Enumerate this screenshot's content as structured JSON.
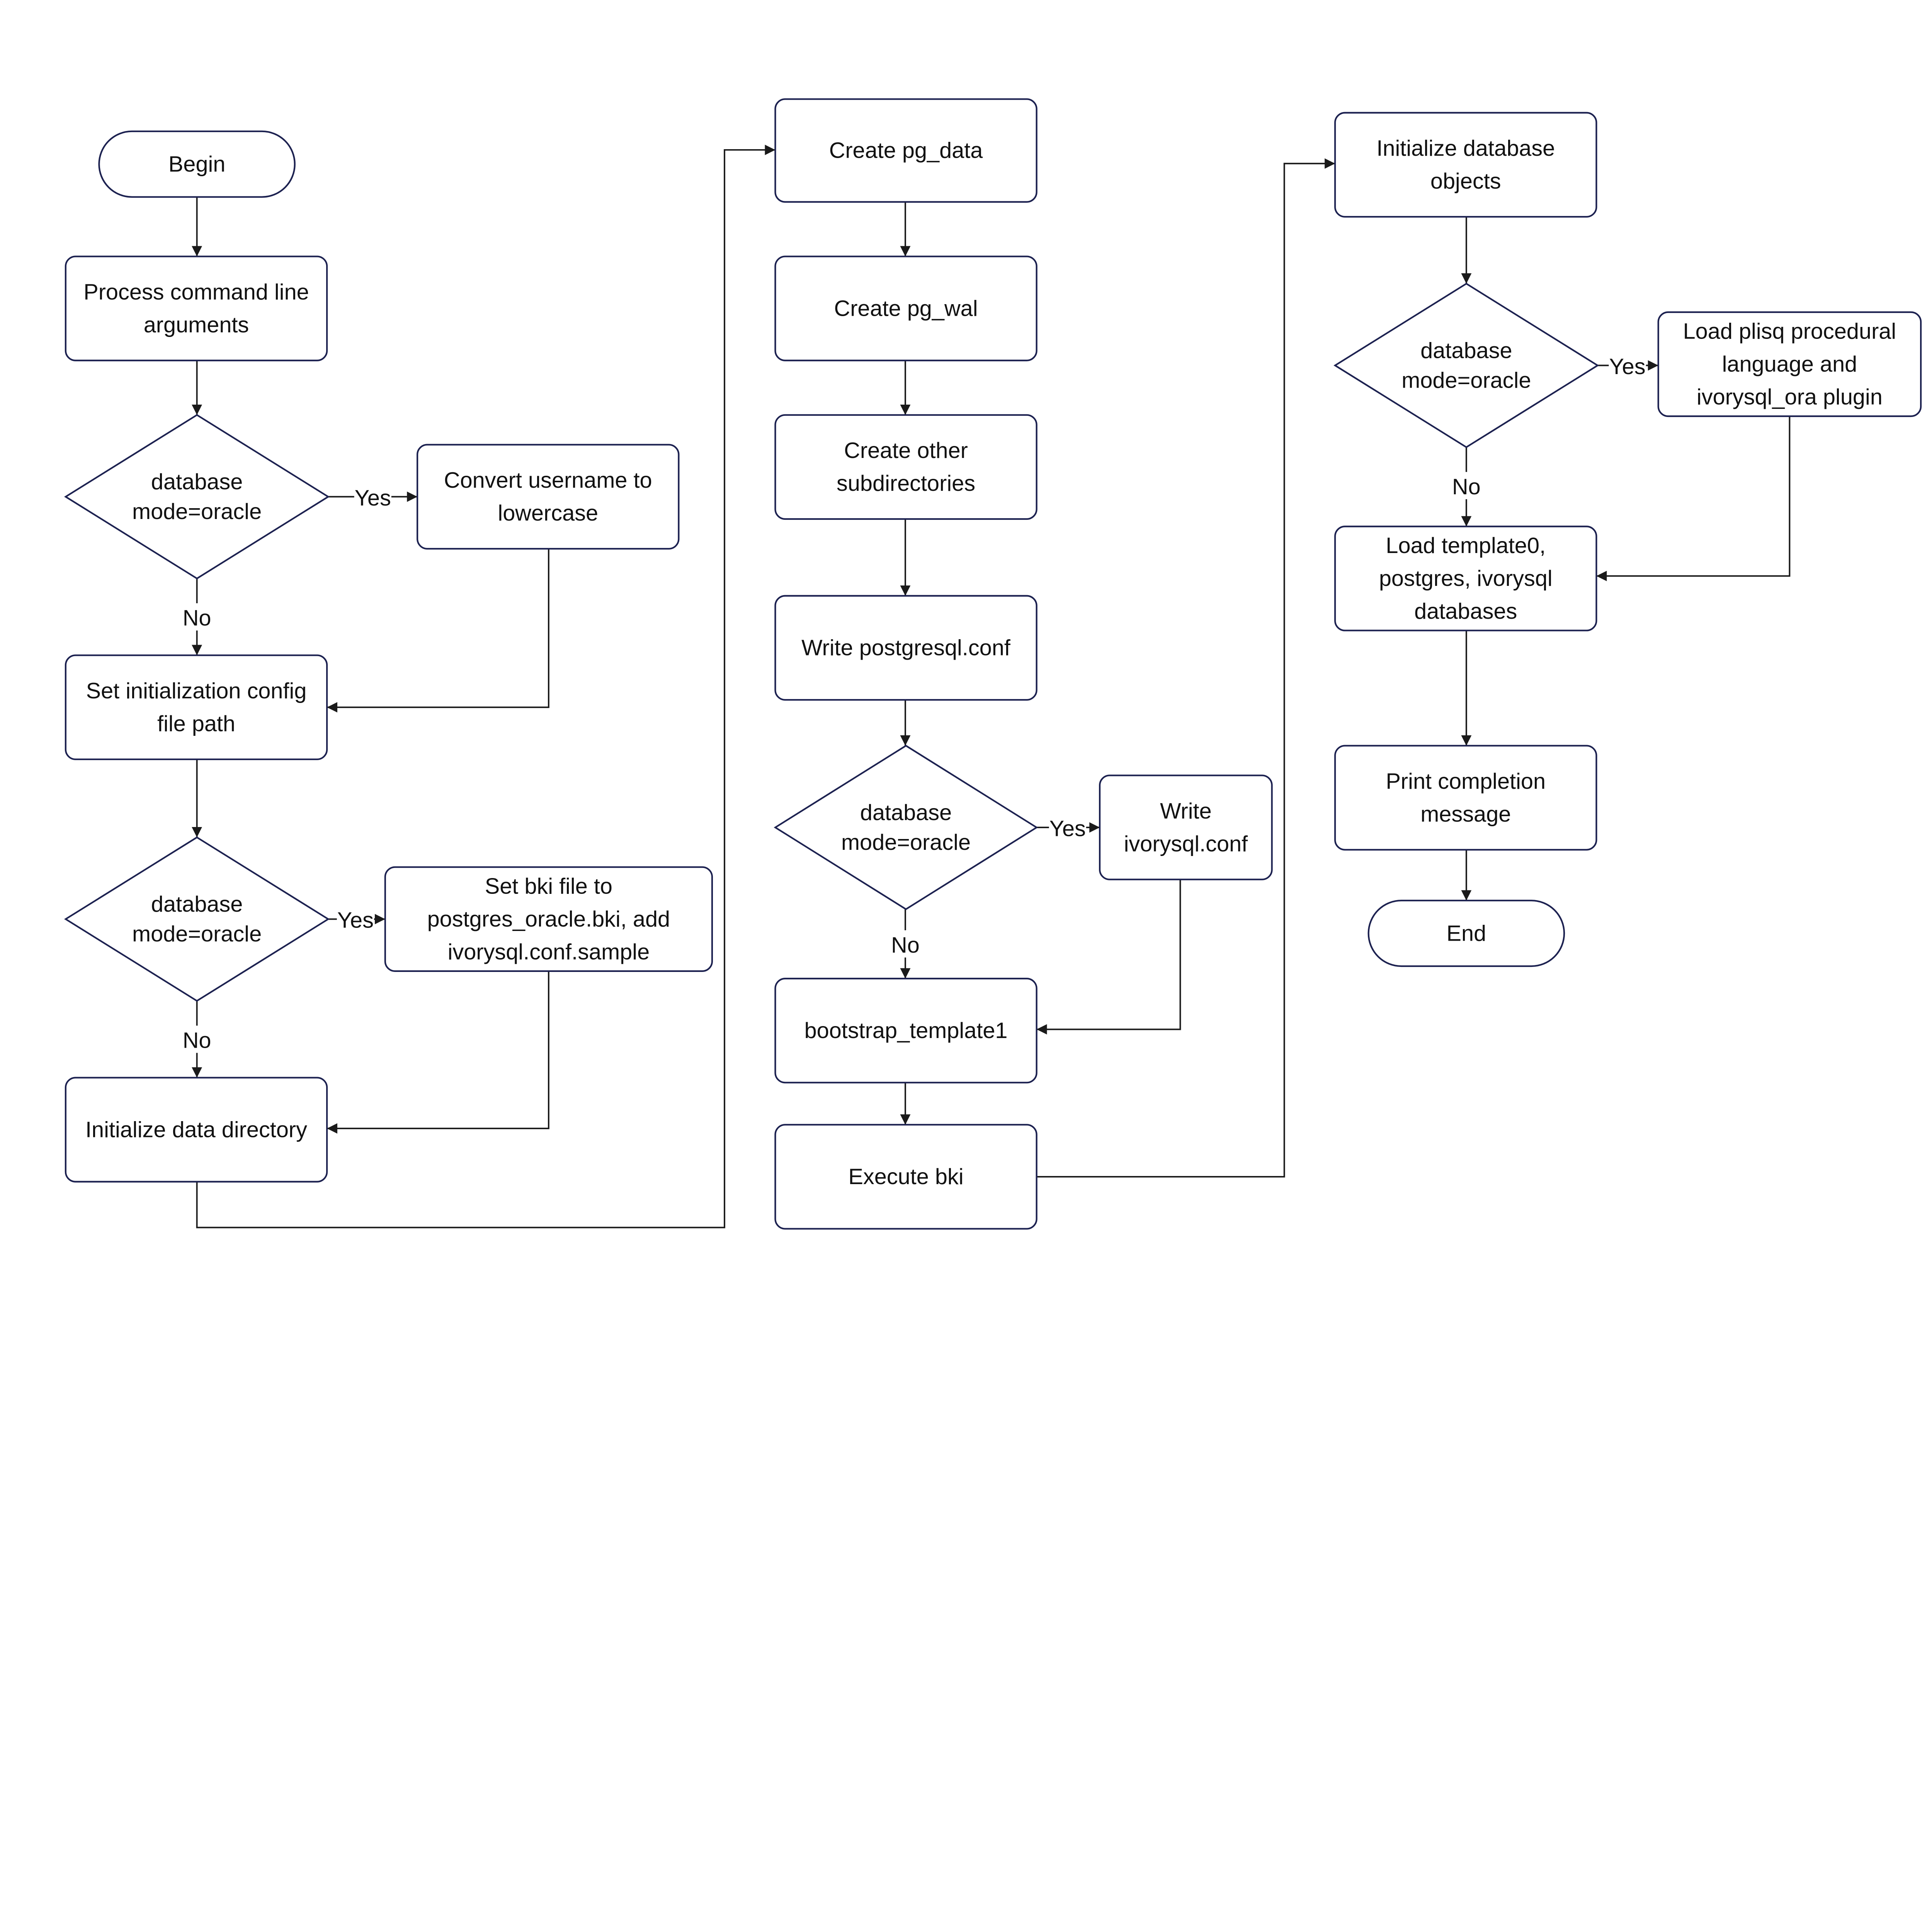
{
  "colors": {
    "node_border": "#1c2150",
    "edge": "#1a1a1a",
    "text": "#111111",
    "background": "#ffffff"
  },
  "nodes": {
    "begin": {
      "type": "terminal",
      "lines": [
        "Begin"
      ]
    },
    "process_args": {
      "type": "process",
      "lines": [
        "Process command line",
        "arguments"
      ]
    },
    "decision1": {
      "type": "decision",
      "lines": [
        "database",
        "mode=oracle"
      ]
    },
    "convert_username": {
      "type": "process",
      "lines": [
        "Convert username to",
        "lowercase"
      ]
    },
    "set_config_path": {
      "type": "process",
      "lines": [
        "Set initialization config",
        "file path"
      ]
    },
    "decision2": {
      "type": "decision",
      "lines": [
        "database",
        "mode=oracle"
      ]
    },
    "set_bki": {
      "type": "process",
      "lines": [
        "Set bki file to",
        "postgres_oracle.bki, add",
        "ivorysql.conf.sample"
      ]
    },
    "init_data_dir": {
      "type": "process",
      "lines": [
        "Initialize data directory"
      ]
    },
    "create_pg_data": {
      "type": "process",
      "lines": [
        "Create pg_data"
      ]
    },
    "create_pg_wal": {
      "type": "process",
      "lines": [
        "Create pg_wal"
      ]
    },
    "create_subdirs": {
      "type": "process",
      "lines": [
        "Create other",
        "subdirectories"
      ]
    },
    "write_postgresql_conf": {
      "type": "process",
      "lines": [
        "Write postgresql.conf"
      ]
    },
    "decision3": {
      "type": "decision",
      "lines": [
        "database",
        "mode=oracle"
      ]
    },
    "write_ivorysql_conf": {
      "type": "process",
      "lines": [
        "Write",
        "ivorysql.conf"
      ]
    },
    "bootstrap_template1": {
      "type": "process",
      "lines": [
        "bootstrap_template1"
      ]
    },
    "execute_bki": {
      "type": "process",
      "lines": [
        "Execute bki"
      ]
    },
    "init_db_objects": {
      "type": "process",
      "lines": [
        "Initialize database",
        "objects"
      ]
    },
    "decision4": {
      "type": "decision",
      "lines": [
        "database",
        "mode=oracle"
      ]
    },
    "load_plisql": {
      "type": "process",
      "lines": [
        "Load plisq procedural",
        "language and",
        "ivorysql_ora plugin"
      ]
    },
    "load_templates": {
      "type": "process",
      "lines": [
        "Load template0,",
        "postgres, ivorysql",
        "databases"
      ]
    },
    "print_completion": {
      "type": "process",
      "lines": [
        "Print completion",
        "message"
      ]
    },
    "end": {
      "type": "terminal",
      "lines": [
        "End"
      ]
    }
  },
  "edges": [
    {
      "from": "begin",
      "to": "process_args",
      "label": ""
    },
    {
      "from": "process_args",
      "to": "decision1",
      "label": ""
    },
    {
      "from": "decision1",
      "to": "convert_username",
      "label": "Yes"
    },
    {
      "from": "decision1",
      "to": "set_config_path",
      "label": "No"
    },
    {
      "from": "convert_username",
      "to": "set_config_path",
      "label": ""
    },
    {
      "from": "set_config_path",
      "to": "decision2",
      "label": ""
    },
    {
      "from": "decision2",
      "to": "set_bki",
      "label": "Yes"
    },
    {
      "from": "decision2",
      "to": "init_data_dir",
      "label": "No"
    },
    {
      "from": "set_bki",
      "to": "init_data_dir",
      "label": ""
    },
    {
      "from": "init_data_dir",
      "to": "create_pg_data",
      "label": ""
    },
    {
      "from": "create_pg_data",
      "to": "create_pg_wal",
      "label": ""
    },
    {
      "from": "create_pg_wal",
      "to": "create_subdirs",
      "label": ""
    },
    {
      "from": "create_subdirs",
      "to": "write_postgresql_conf",
      "label": ""
    },
    {
      "from": "write_postgresql_conf",
      "to": "decision3",
      "label": ""
    },
    {
      "from": "decision3",
      "to": "write_ivorysql_conf",
      "label": "Yes"
    },
    {
      "from": "decision3",
      "to": "bootstrap_template1",
      "label": "No"
    },
    {
      "from": "write_ivorysql_conf",
      "to": "bootstrap_template1",
      "label": ""
    },
    {
      "from": "bootstrap_template1",
      "to": "execute_bki",
      "label": ""
    },
    {
      "from": "execute_bki",
      "to": "init_db_objects",
      "label": ""
    },
    {
      "from": "init_db_objects",
      "to": "decision4",
      "label": ""
    },
    {
      "from": "decision4",
      "to": "load_plisql",
      "label": "Yes"
    },
    {
      "from": "decision4",
      "to": "load_templates",
      "label": "No"
    },
    {
      "from": "load_plisql",
      "to": "load_templates",
      "label": ""
    },
    {
      "from": "load_templates",
      "to": "print_completion",
      "label": ""
    },
    {
      "from": "print_completion",
      "to": "end",
      "label": ""
    }
  ]
}
